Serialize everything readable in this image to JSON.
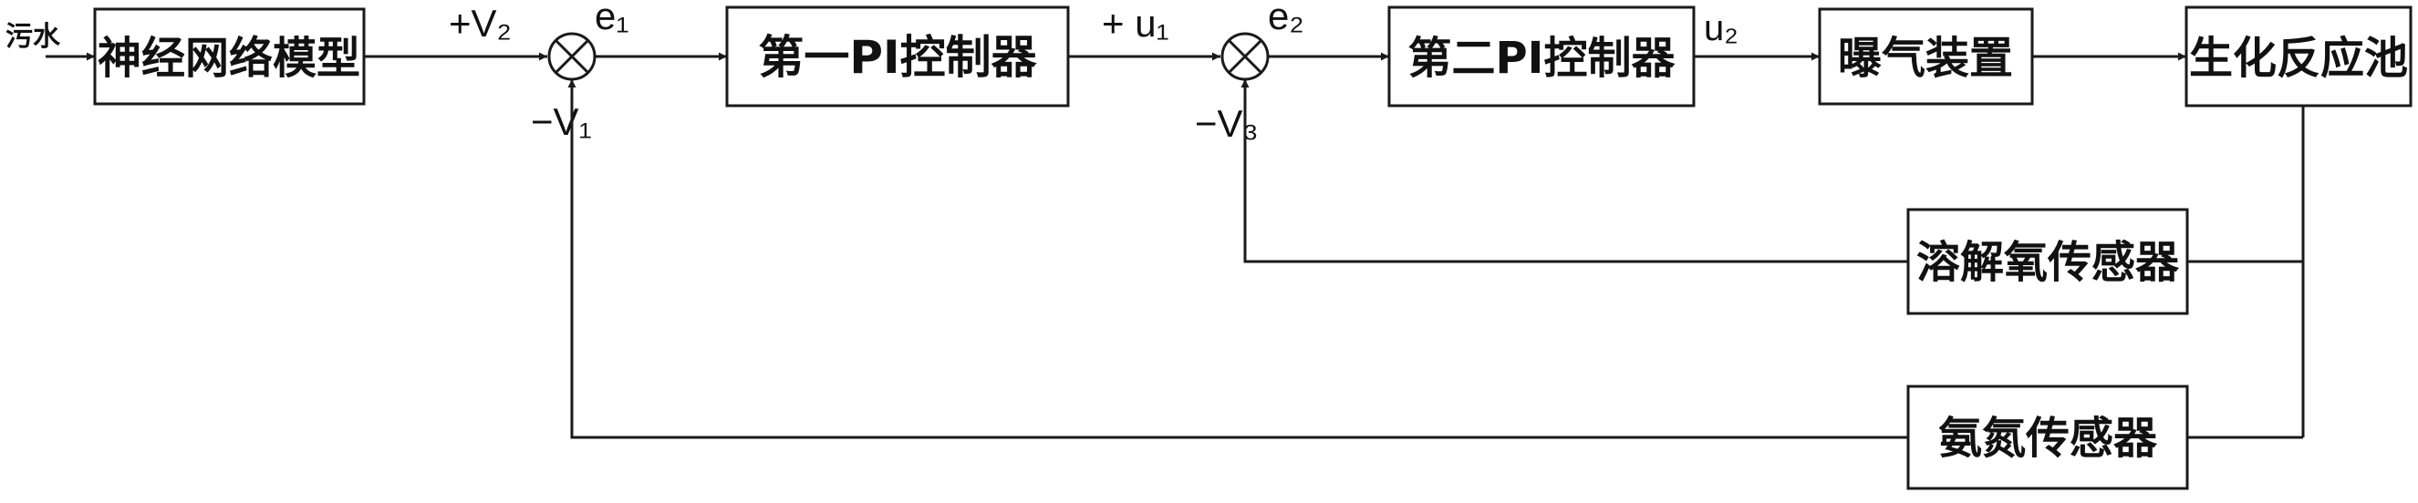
{
  "input_label": "污水",
  "blocks": {
    "nn_model": "神经网络模型",
    "pi1": "第一PI控制器",
    "pi2": "第二PI控制器",
    "aeration": "曝气装置",
    "reactor": "生化反应池",
    "do_sensor": "溶解氧传感器",
    "nh_sensor": "氨氮传感器"
  },
  "signals": {
    "v2": "+V₂",
    "e1": "e₁",
    "v1": "−V₁",
    "u1": "+ u₁",
    "e2": "e₂",
    "v3": "−V₃",
    "u2": "u₂"
  }
}
